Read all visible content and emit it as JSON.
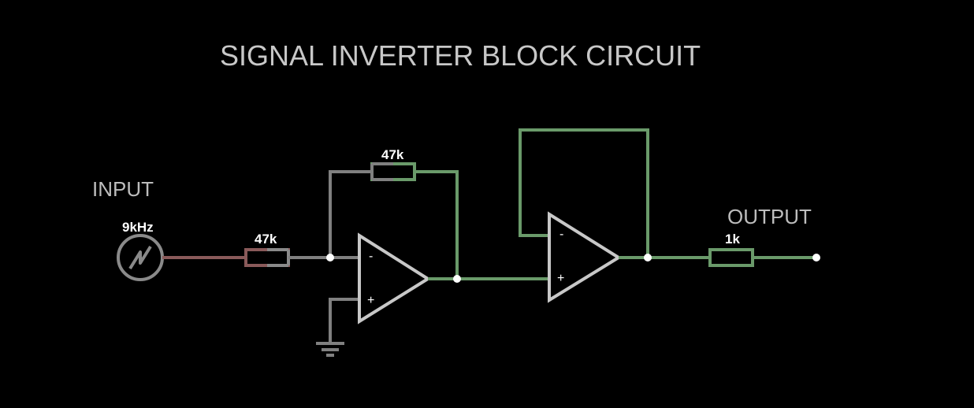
{
  "title": "SIGNAL INVERTER BLOCK CIRCUIT",
  "labels": {
    "input": "INPUT",
    "output": "OUTPUT",
    "source_freq": "9kHz",
    "r_in": "47k",
    "r_feedback": "47k",
    "r_out": "1k"
  },
  "opamp1": {
    "minus": "-",
    "plus": "+"
  },
  "opamp2": {
    "minus": "-",
    "plus": "+"
  },
  "colors": {
    "background": "#000000",
    "wire_gray": "#808080",
    "wire_green": "#6a9a6a",
    "wire_red": "#8a5a5a",
    "component": "#c8c8c8",
    "node": "#ffffff"
  }
}
